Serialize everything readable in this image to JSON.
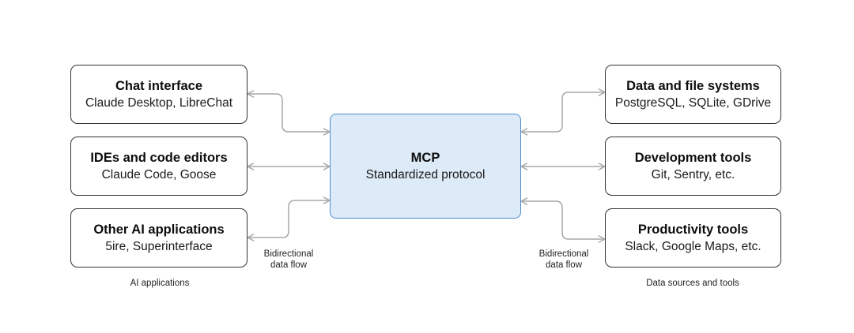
{
  "diagram": {
    "center_node": {
      "title": "MCP",
      "subtitle": "Standardized protocol"
    },
    "left_group": {
      "caption": "AI applications",
      "boxes": [
        {
          "title": "Chat interface",
          "subtitle": "Claude Desktop, LibreChat"
        },
        {
          "title": "IDEs and code editors",
          "subtitle": "Claude Code, Goose"
        },
        {
          "title": "Other AI applications",
          "subtitle": "5ire, Superinterface"
        }
      ]
    },
    "right_group": {
      "caption": "Data sources and tools",
      "boxes": [
        {
          "title": "Data and file systems",
          "subtitle": "PostgreSQL, SQLite, GDrive"
        },
        {
          "title": "Development tools",
          "subtitle": "Git, Sentry, etc."
        },
        {
          "title": "Productivity tools",
          "subtitle": "Slack, Google Maps, etc."
        }
      ]
    },
    "flow_labels": {
      "left": {
        "line1": "Bidirectional",
        "line2": "data flow"
      },
      "right": {
        "line1": "Bidirectional",
        "line2": "data flow"
      }
    },
    "colors": {
      "arrow": "#a7a7a7",
      "box_border": "#333333",
      "center_border": "#4a90d2",
      "center_fill": "#ddeaf7",
      "background": "#ffffff"
    }
  }
}
